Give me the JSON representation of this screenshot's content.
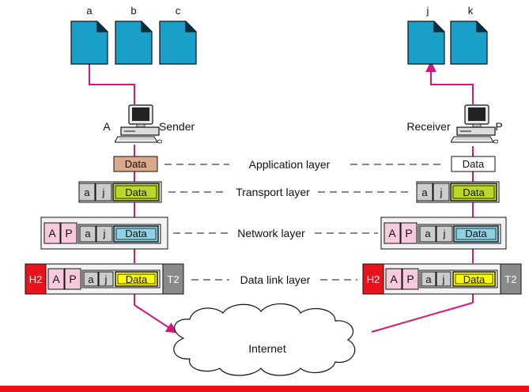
{
  "files": {
    "sender": [
      "a",
      "b",
      "c"
    ],
    "receiver": [
      "j",
      "k"
    ]
  },
  "hosts": {
    "sender": {
      "address": "A",
      "role": "Sender"
    },
    "receiver": {
      "address": "P",
      "role": "Receiver"
    }
  },
  "layers": {
    "application": "Application layer",
    "transport": "Transport layer",
    "network": "Network layer",
    "datalink": "Data link layer"
  },
  "packet": {
    "data": "Data",
    "port_src": "a",
    "port_dst": "j",
    "ip_src": "A",
    "ip_dst": "P",
    "header": "H2",
    "trailer": "T2"
  },
  "network_cloud": "Internet",
  "colors": {
    "file_fill": "#1aa0c8",
    "link": "#d6177a",
    "app_data_sender": "#d9a98a",
    "transport_data": "#bcd62a",
    "network_data": "#8fd1e3",
    "datalink_data": "#ffff00",
    "ip_box": "#f6c9dd",
    "port_box": "#cccccc",
    "header_h2": "#e8131c",
    "trailer_t2": "#8a8a8a",
    "bottom_bar": "#e8131c"
  }
}
